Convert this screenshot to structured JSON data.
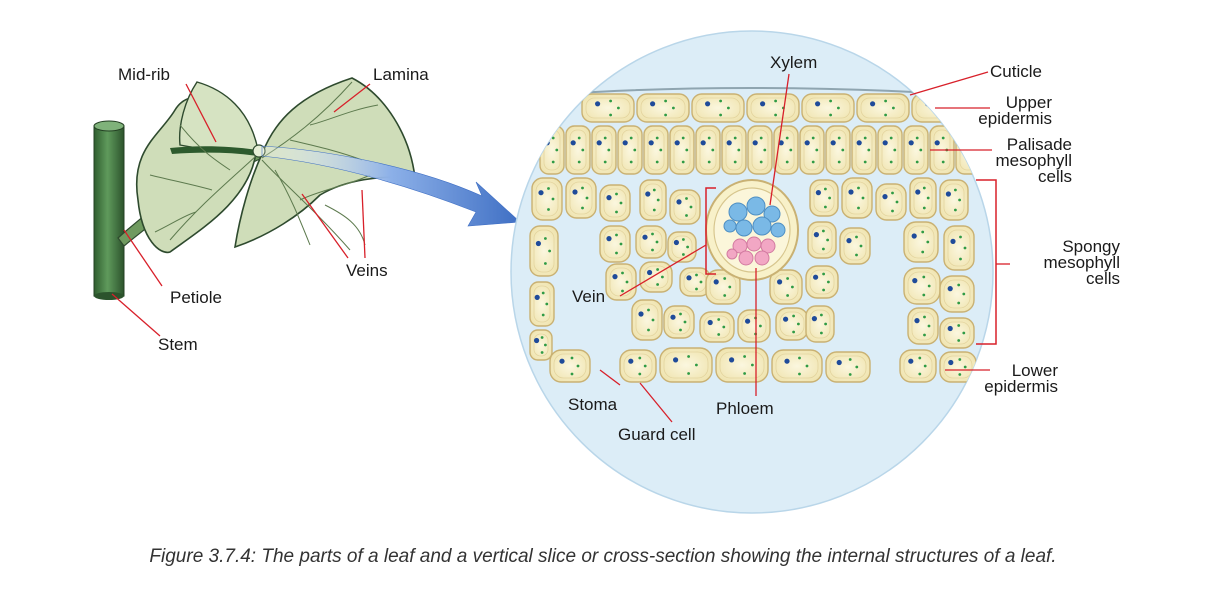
{
  "labels": {
    "midrib": "Mid-rib",
    "lamina": "Lamina",
    "veins": "Veins",
    "petiole": "Petiole",
    "stem": "Stem",
    "xylem": "Xylem",
    "cuticle": "Cuticle",
    "upper_epidermis_1": "Upper",
    "upper_epidermis_2": "epidermis",
    "palisade_1": "Palisade",
    "palisade_2": "mesophyll",
    "palisade_3": "cells",
    "spongy_1": "Spongy",
    "spongy_2": "mesophyll",
    "spongy_3": "cells",
    "vein": "Vein",
    "stoma": "Stoma",
    "guard_cell": "Guard cell",
    "phloem": "Phloem",
    "lower_epidermis_1": "Lower",
    "lower_epidermis_2": "epidermis"
  },
  "caption": "Figure 3.7.4: The parts of a leaf and a vertical slice or cross-section showing the internal structures of a leaf.",
  "colors": {
    "leader_line": "#d8202a",
    "stem_green": "#3f7a3f",
    "leaf_fill": "#cfddb9",
    "leaf_edge": "#2e4a2e",
    "circle_bg": "#dcedf7",
    "cell_fill": "#f6f0c8",
    "cell_edge": "#c9b173",
    "nucleus": "#1f4b9a",
    "chloroplast": "#2f9b45",
    "xylem": "#7ab9e6",
    "phloem": "#f2a7c4",
    "arrow": "#4a78c8"
  }
}
